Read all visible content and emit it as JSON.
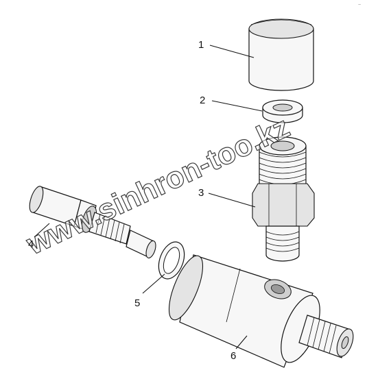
{
  "diagram": {
    "parts": [
      {
        "id": "cap",
        "callout": "1"
      },
      {
        "id": "washer",
        "callout": "2"
      },
      {
        "id": "fitting",
        "callout": "3"
      },
      {
        "id": "plunger",
        "callout": "4"
      },
      {
        "id": "o-ring",
        "callout": "5"
      },
      {
        "id": "adapter-body",
        "callout": "6"
      }
    ]
  },
  "watermark": "www.sinhron-too.kz",
  "corner_mark": "~"
}
